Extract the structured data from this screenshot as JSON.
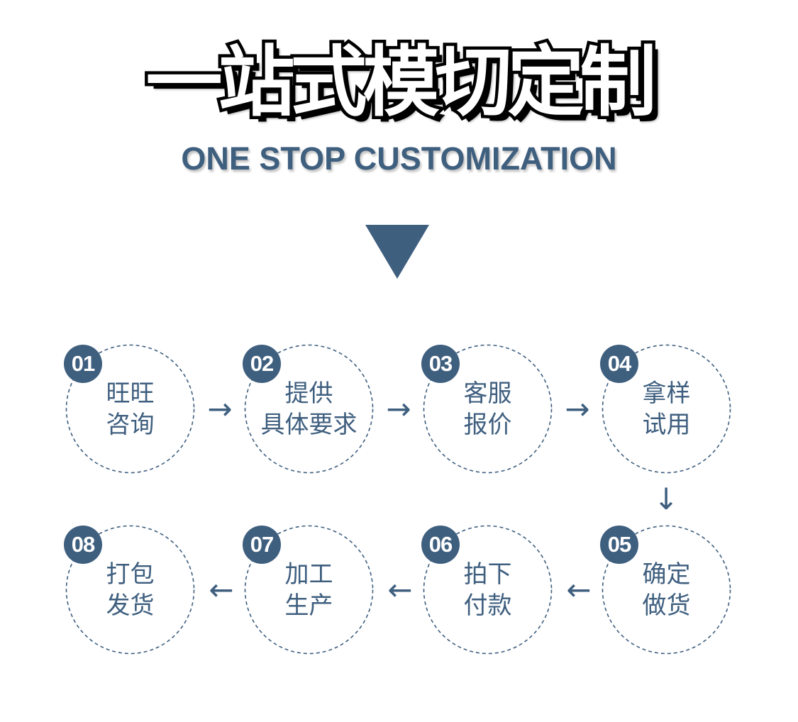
{
  "header": {
    "title_cn": "一站式模切定制",
    "title_en": "ONE STOP CUSTOMIZATION"
  },
  "colors": {
    "accent": "#3f5f7f",
    "dashed_outline": "#3f5f7f",
    "background": "#ffffff"
  },
  "steps": [
    {
      "number": "01",
      "line1": "旺旺",
      "line2": "咨询"
    },
    {
      "number": "02",
      "line1": "提供",
      "line2": "具体要求"
    },
    {
      "number": "03",
      "line1": "客服",
      "line2": "报价"
    },
    {
      "number": "04",
      "line1": "拿样",
      "line2": "试用"
    },
    {
      "number": "05",
      "line1": "确定",
      "line2": "做货"
    },
    {
      "number": "06",
      "line1": "拍下",
      "line2": "付款"
    },
    {
      "number": "07",
      "line1": "加工",
      "line2": "生产"
    },
    {
      "number": "08",
      "line1": "打包",
      "line2": "发货"
    }
  ],
  "arrows": {
    "right": "→",
    "down": "↓",
    "left": "←"
  }
}
